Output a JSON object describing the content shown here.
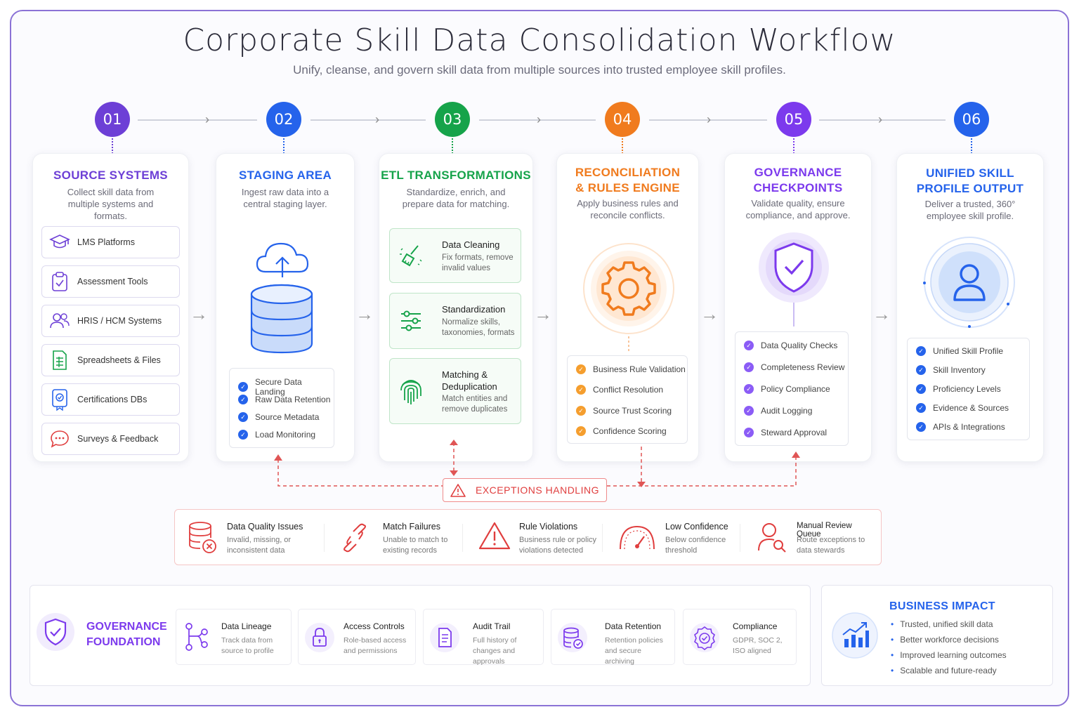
{
  "header": {
    "title": "Corporate Skill Data Consolidation Workflow",
    "subtitle": "Unify, cleanse, and govern skill data from multiple sources into trusted employee skill profiles."
  },
  "colors": {
    "purple": "#6d3fd6",
    "blue": "#2563eb",
    "green": "#16a34a",
    "orange": "#f07b1e",
    "violet": "#7c3aed",
    "red": "#e03e3e"
  },
  "steps": [
    {
      "num": "01",
      "title": "SOURCE SYSTEMS",
      "desc": "Collect skill data from multiple systems and formats."
    },
    {
      "num": "02",
      "title": "STAGING AREA",
      "desc": "Ingest raw data into a central staging layer."
    },
    {
      "num": "03",
      "title": "ETL TRANSFORMATIONS",
      "desc": "Standardize, enrich, and prepare data for matching."
    },
    {
      "num": "04",
      "title": "RECONCILIATION & RULES ENGINE",
      "desc": "Apply business rules and reconcile conflicts."
    },
    {
      "num": "05",
      "title": "GOVERNANCE CHECKPOINTS",
      "desc": "Validate quality, ensure compliance, and approve."
    },
    {
      "num": "06",
      "title": "UNIFIED SKILL PROFILE OUTPUT",
      "desc": "Deliver a trusted, 360° employee skill profile."
    }
  ],
  "sources": [
    {
      "label": "LMS Platforms",
      "icon": "graduation-cap-icon"
    },
    {
      "label": "Assessment Tools",
      "icon": "clipboard-check-icon"
    },
    {
      "label": "HRIS / HCM Systems",
      "icon": "users-icon"
    },
    {
      "label": "Spreadsheets & Files",
      "icon": "spreadsheet-icon"
    },
    {
      "label": "Certifications DBs",
      "icon": "certificate-icon"
    },
    {
      "label": "Surveys & Feedback",
      "icon": "chat-bubble-icon"
    }
  ],
  "staging": [
    "Secure Data Landing",
    "Raw Data Retention",
    "Source Metadata",
    "Load Monitoring"
  ],
  "etl": [
    {
      "title": "Data Cleaning",
      "desc": "Fix formats, remove invalid values",
      "icon": "broom-icon"
    },
    {
      "title": "Standardization",
      "desc": "Normalize skills, taxonomies, formats",
      "icon": "sliders-icon"
    },
    {
      "title": "Matching & Deduplication",
      "desc": "Match entities and remove duplicates",
      "icon": "fingerprint-icon"
    }
  ],
  "reconciliation": [
    "Business Rule Validation",
    "Conflict Resolution",
    "Source Trust Scoring",
    "Confidence Scoring"
  ],
  "governance_checks": [
    "Data Quality Checks",
    "Completeness Review",
    "Policy Compliance",
    "Audit Logging",
    "Steward Approval"
  ],
  "output": [
    "Unified Skill Profile",
    "Skill Inventory",
    "Proficiency Levels",
    "Evidence & Sources",
    "APIs & Integrations"
  ],
  "exceptions": {
    "title": "EXCEPTIONS HANDLING",
    "items": [
      {
        "title": "Data Quality Issues",
        "desc": "Invalid, missing, or inconsistent data",
        "icon": "database-error-icon"
      },
      {
        "title": "Match Failures",
        "desc": "Unable to match to existing records",
        "icon": "broken-link-icon"
      },
      {
        "title": "Rule Violations",
        "desc": "Business rule or policy violations detected",
        "icon": "warning-icon"
      },
      {
        "title": "Low Confidence",
        "desc": "Below confidence threshold",
        "icon": "gauge-icon"
      },
      {
        "title": "Manual Review Queue",
        "desc": "Route exceptions to data stewards",
        "icon": "user-search-icon"
      }
    ]
  },
  "governance_foundation": {
    "title": "GOVERNANCE FOUNDATION",
    "items": [
      {
        "title": "Data Lineage",
        "desc": "Track data from source to profile",
        "icon": "lineage-icon"
      },
      {
        "title": "Access Controls",
        "desc": "Role-based access and permissions",
        "icon": "lock-icon"
      },
      {
        "title": "Audit Trail",
        "desc": "Full history of changes and approvals",
        "icon": "document-icon"
      },
      {
        "title": "Data Retention",
        "desc": "Retention policies and secure archiving",
        "icon": "database-check-icon"
      },
      {
        "title": "Compliance",
        "desc": "GDPR, SOC 2, ISO aligned",
        "icon": "badge-icon"
      }
    ]
  },
  "business_impact": {
    "title": "BUSINESS IMPACT",
    "items": [
      "Trusted, unified skill data",
      "Better workforce decisions",
      "Improved learning outcomes",
      "Scalable and future-ready"
    ]
  }
}
